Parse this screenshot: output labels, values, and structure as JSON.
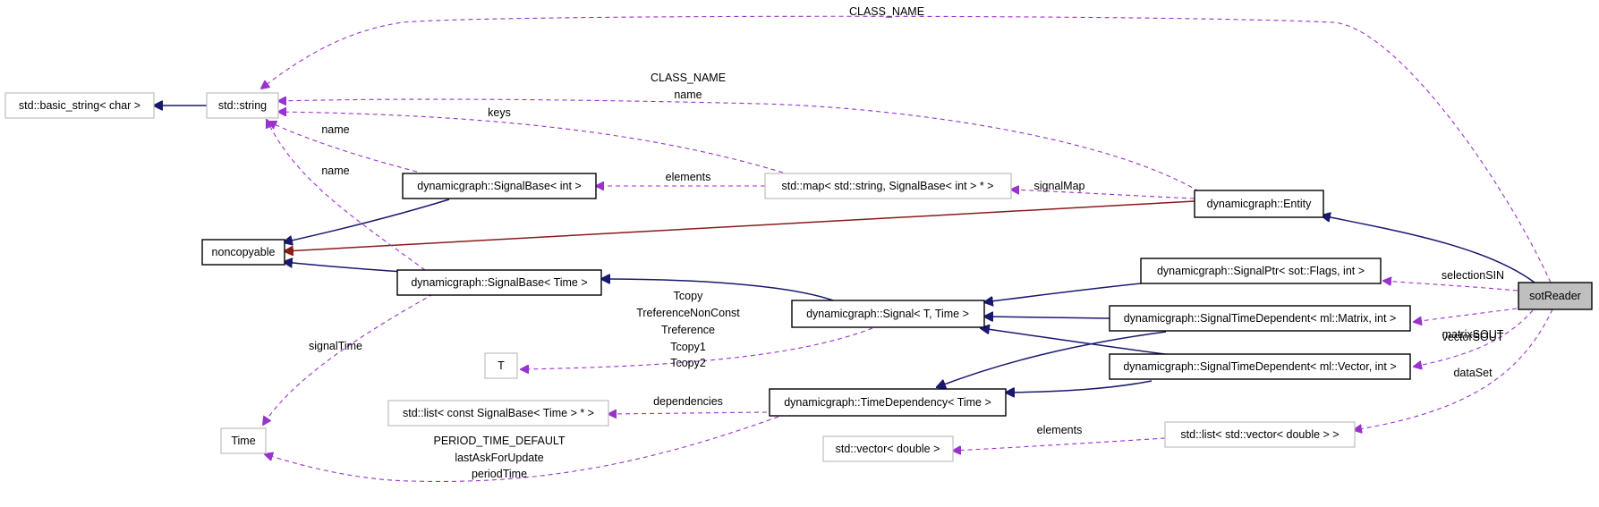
{
  "nodes": {
    "basic_string": "std::basic_string< char >",
    "std_string": "std::string",
    "noncopyable": "noncopyable",
    "time": "Time",
    "signalbase_int": "dynamicgraph::SignalBase< int >",
    "signalbase_time": "dynamicgraph::SignalBase< Time >",
    "t": "T",
    "list_signalbase": "std::list< const SignalBase< Time > * >",
    "std_vector": "std::vector< double >",
    "map": "std::map< std::string, SignalBase< int > * >",
    "signal": "dynamicgraph::Signal< T, Time >",
    "timedependency": "dynamicgraph::TimeDependency< Time >",
    "entity": "dynamicgraph::Entity",
    "signalptr": "dynamicgraph::SignalPtr< sot::Flags, int >",
    "std_matrix": "dynamicgraph::SignalTimeDependent< ml::Matrix, int >",
    "std_vector_sig": "dynamicgraph::SignalTimeDependent< ml::Vector, int >",
    "list_vector": "std::list< std::vector< double > >",
    "sotreader": "sotReader"
  },
  "edge_labels": {
    "class_name_top": "CLASS_NAME",
    "class_name_mid": "CLASS_NAME",
    "name_entity": "name",
    "keys": "keys",
    "name_sbint": "name",
    "name_sbtime": "name",
    "elements_map": "elements",
    "signal_map": "signalMap",
    "signal_time": "signalTime",
    "t_lines": [
      "Tcopy",
      "TreferenceNonConst",
      "Treference",
      "Tcopy1",
      "Tcopy2"
    ],
    "dependencies": "dependencies",
    "time_lines": [
      "PERIOD_TIME_DEFAULT",
      "lastAskForUpdate",
      "periodTime"
    ],
    "elements_vector": "elements",
    "selection_sin": "selectionSIN",
    "matrix_sout": "matrixSOUT",
    "vector_sout": "vectorSOUT",
    "data_set": "dataSet"
  },
  "colors": {
    "inheritance": "#191970",
    "private_inheritance": "#8b1a1a",
    "usage": "#9a32cd",
    "selected_fill": "#bfbfbf"
  }
}
